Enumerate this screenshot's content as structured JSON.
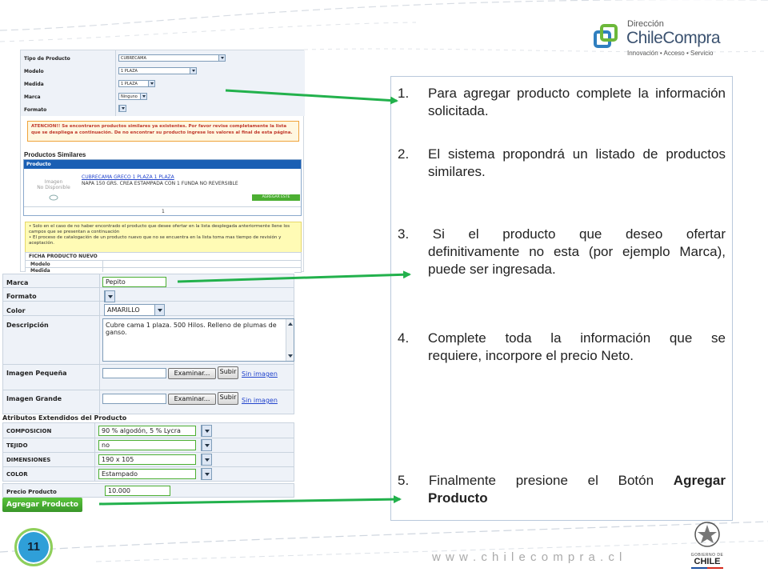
{
  "brand": {
    "line1": "Dirección",
    "line2": "ChileCompra",
    "tagline": "Innovación • Acceso • Servicio"
  },
  "footer": {
    "url": "w w w . c h i l e c o m p r a . c l",
    "page_number": "11",
    "gov_line1": "GOBIERNO DE",
    "gov_line2": "CHILE"
  },
  "form_top": {
    "fields": [
      {
        "label": "Tipo de Producto",
        "value": "CUBRECAMA"
      },
      {
        "label": "Modelo",
        "value": "1 PLAZA"
      },
      {
        "label": "Medida",
        "value": "1 PLAZA"
      },
      {
        "label": "Marca",
        "value": "Ninguno"
      },
      {
        "label": "Formato",
        "value": ""
      }
    ],
    "warning": "ATENCION!! Se encontraron productos similares ya existentes. Por favor revise completamente la lista que se despliega a continuación. De no encontrar su producto ingrese los valores al final de esta página."
  },
  "similares": {
    "title": "Productos Similares",
    "col_header": "Producto",
    "image_text_1": "Imagen",
    "image_text_2": "No Disponible",
    "product_link": "CUBRECAMA GRECO 1 PLAZA 1 PLAZA",
    "product_desc": "NAPA 150 GRS. CREA ESTAMPADA CON 1 FUNDA NO REVERSIBLE",
    "add_button": "AGREGAR ESTE PRODUCTO",
    "pager": "1"
  },
  "notes": {
    "line1": "• Solo en el caso de no haber encontrado el producto que desee ofertar en la lista desplegada anteriormente llene los campos que se presentan a continuación",
    "line2": "• El proceso de catalogación de un producto nuevo que no se encuentra en la lista toma mas tiempo de revisión y aceptación."
  },
  "ficha": {
    "title": "FICHA PRODUCTO NUEVO",
    "row1": "Modelo",
    "row2": "Medida"
  },
  "form_main": {
    "marca_label": "Marca",
    "marca_value": "Pepito",
    "formato_label": "Formato",
    "color_label": "Color",
    "color_value": "AMARILLO",
    "desc_label": "Descripción",
    "desc_value": "Cubre cama 1 plaza. 500 Hilos. Relleno de plumas de ganso.",
    "img_small_label": "Imagen Pequeña",
    "img_big_label": "Imagen Grande",
    "browse": "Examinar...",
    "upload": "Subir",
    "no_image": "Sin imagen"
  },
  "atributos": {
    "title": "Atributos Extendidos del Producto",
    "rows": [
      {
        "label": "COMPOSICION",
        "value": "90 % algodón, 5 % Lycra"
      },
      {
        "label": "TEJIDO",
        "value": "no"
      },
      {
        "label": "DIMENSIONES",
        "value": "190 x 105"
      },
      {
        "label": "COLOR",
        "value": "Estampado"
      }
    ]
  },
  "precio": {
    "label": "Precio Producto",
    "value": "10.000"
  },
  "submit": {
    "label": "Agregar Producto"
  },
  "instructions": {
    "i1_num": "1.",
    "i1_text": "Para agregar producto complete la información solicitada.",
    "i2_num": "2.",
    "i2_text": "El sistema propondrá un listado de productos similares.",
    "i3_first": "3. Si el producto que deseo ofertar",
    "i3_rest": "definitivamente no esta (por ejemplo Marca), puede ser ingresada.",
    "i4_first": "4. Complete toda la información que se",
    "i4_rest": "requiere, incorpore el precio Neto.",
    "i5_first": "5. Finalmente presione el Botón",
    "i5_bold1": "Agregar",
    "i5_bold2": "Producto"
  },
  "colors": {
    "arrow": "#22b14c",
    "header_blue": "#1a5fb4",
    "accent_green": "#4caf32",
    "badge": "#2f9fd8"
  }
}
